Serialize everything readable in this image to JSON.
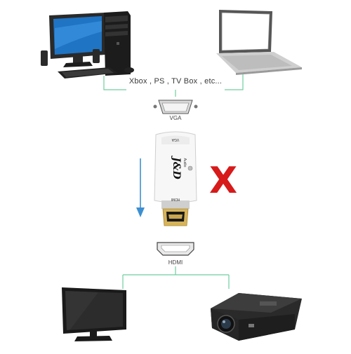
{
  "sources": {
    "label": "Xbox , PS , TV Box , etc..."
  },
  "connectors": {
    "input_label": "VGA",
    "output_label": "HDMI"
  },
  "adapter": {
    "brand": "J&D",
    "audio_label": "Audio",
    "vga_label": "VGA",
    "hdmi_label": "HDMI"
  },
  "not_supported_mark": "X",
  "colors": {
    "connector_line": "#6fcf9f",
    "arrow": "#3d8fd1",
    "x_mark": "#d71a1a"
  }
}
